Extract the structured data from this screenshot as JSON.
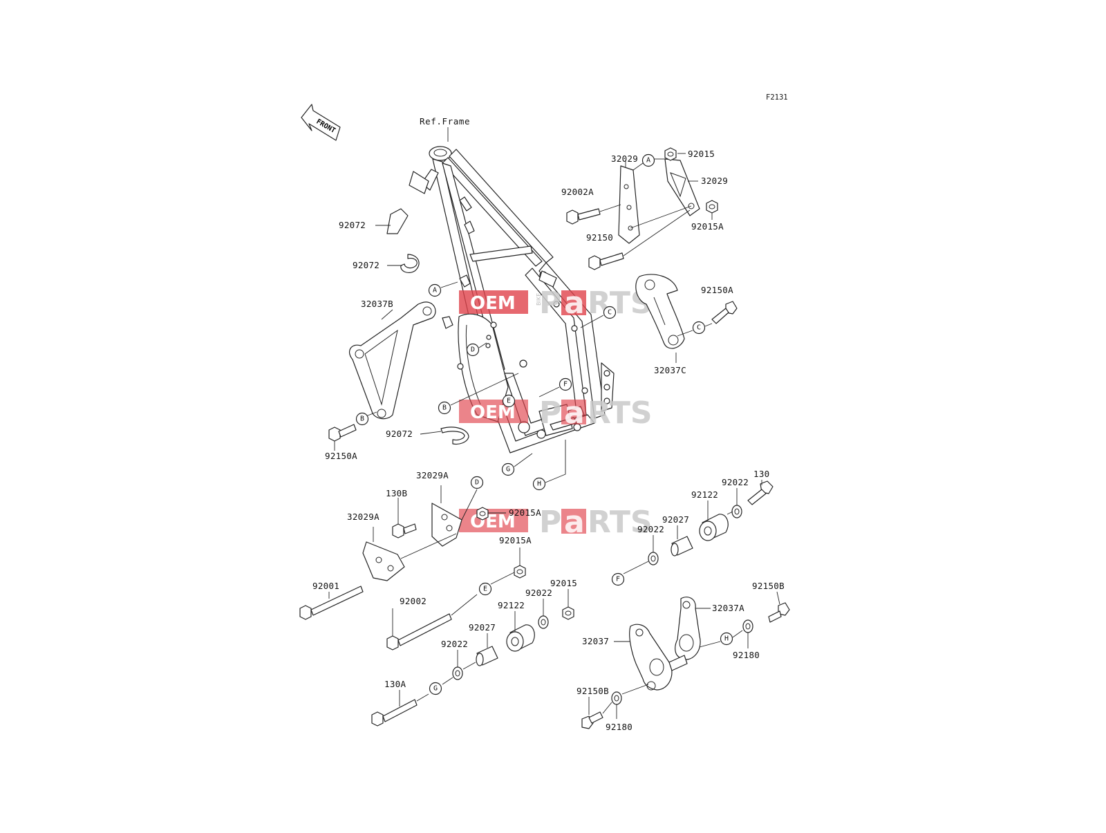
{
  "figure_id": "F2131",
  "ref_label": "Ref.Frame",
  "front_label": "FRONT",
  "watermark": {
    "oem": "OEM",
    "bike": "BIKE",
    "parts_p": "P",
    "parts_a": "a",
    "parts_rts": "RTS",
    "accent": "#e0424b"
  },
  "labels": {
    "p_32029_top": "32029",
    "p_92015_top": "92015",
    "p_32029_right": "32029",
    "p_92002A": "92002A",
    "p_92015A_top": "92015A",
    "p_92150_top": "92150",
    "p_92150A_right": "92150A",
    "p_32037C": "32037C",
    "p_92072_a": "92072",
    "p_92072_b": "92072",
    "p_32037B": "32037B",
    "p_92150A_left": "92150A",
    "p_92072_c": "92072",
    "p_32029A_top": "32029A",
    "p_130B": "130B",
    "p_92015A_mid": "92015A",
    "p_32029A_left": "32029A",
    "p_92015A_low": "92015A",
    "p_92001": "92001",
    "p_92002": "92002",
    "p_92015_low": "92015",
    "p_92022_a": "92022",
    "p_92122_low": "92122",
    "p_92027_low": "92027",
    "p_92022_b": "92022",
    "p_130A": "130A",
    "p_130": "130",
    "p_92022_c": "92022",
    "p_92122_right": "92122",
    "p_92027_right": "92027",
    "p_92022_d": "92022",
    "p_92150B_right": "92150B",
    "p_32037A": "32037A",
    "p_92180_right": "92180",
    "p_32037": "32037",
    "p_92150B_low": "92150B",
    "p_92180_low": "92180"
  },
  "callouts": {
    "A": "A",
    "B": "B",
    "C": "C",
    "D": "D",
    "E": "E",
    "F": "F",
    "G": "G",
    "H": "H"
  }
}
